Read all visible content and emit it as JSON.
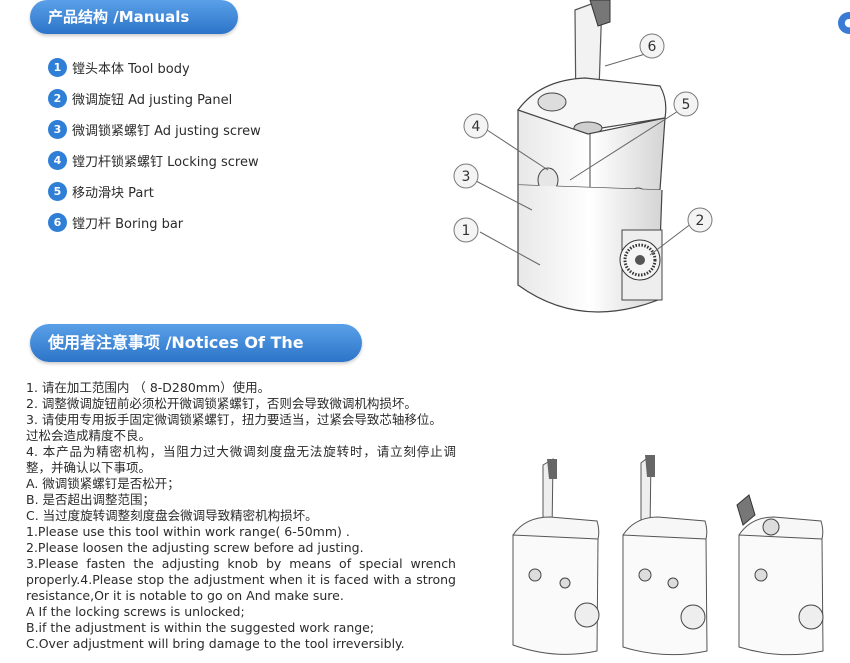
{
  "manuals": {
    "title": "产品结构 /Manuals",
    "parts": [
      {
        "num": "1",
        "label": "镗头本体 Tool body"
      },
      {
        "num": "2",
        "label": "微调旋钮 Ad justing Panel"
      },
      {
        "num": "3",
        "label": "微调锁紧螺钉 Ad justing screw"
      },
      {
        "num": "4",
        "label": "镗刀杆锁紧螺钉 Locking screw"
      },
      {
        "num": "5",
        "label": "移动滑块 Part"
      },
      {
        "num": "6",
        "label": "镗刀杆 Boring bar"
      }
    ],
    "callouts": [
      "1",
      "2",
      "3",
      "4",
      "5",
      "6"
    ]
  },
  "notices": {
    "title": "使用者注意事项 /Notices Of The User",
    "lines": [
      "1. 请在加工范围内 （ 8-D280mm）使用。",
      "2. 调整微调旋钮前必须松开微调锁紧螺钉，否则会导致微调机构损坏。",
      "3. 请使用专用扳手固定微调锁紧螺钉，扭力要适当，过紧会导致芯轴移位。",
      "过松会造成精度不良。",
      "4. 本产品为精密机构，当阻力过大微调刻度盘无法旋转时，请立刻停止调",
      "整，并确认以下事项。",
      "A. 微调锁紧螺钉是否松开；",
      "B. 是否超出调整范围；",
      "C. 当过度旋转调整刻度盘会微调导致精密机构损坏。",
      "1.Please use this tool within work range( 6-50mm) .",
      "2.Please loosen the adjusting screw before ad justing.",
      "3.Please fasten the adjusting knob by means of special wrench",
      "properly.4.Please stop the adjustment when it is faced with a strong",
      "resistance,Or it is notable to go on And make sure.",
      "A If the locking screws is unlocked;",
      "B.if the adjustment is within the suggested work range;",
      "C.Over adjustment will bring damage to the tool irreversibly."
    ]
  }
}
